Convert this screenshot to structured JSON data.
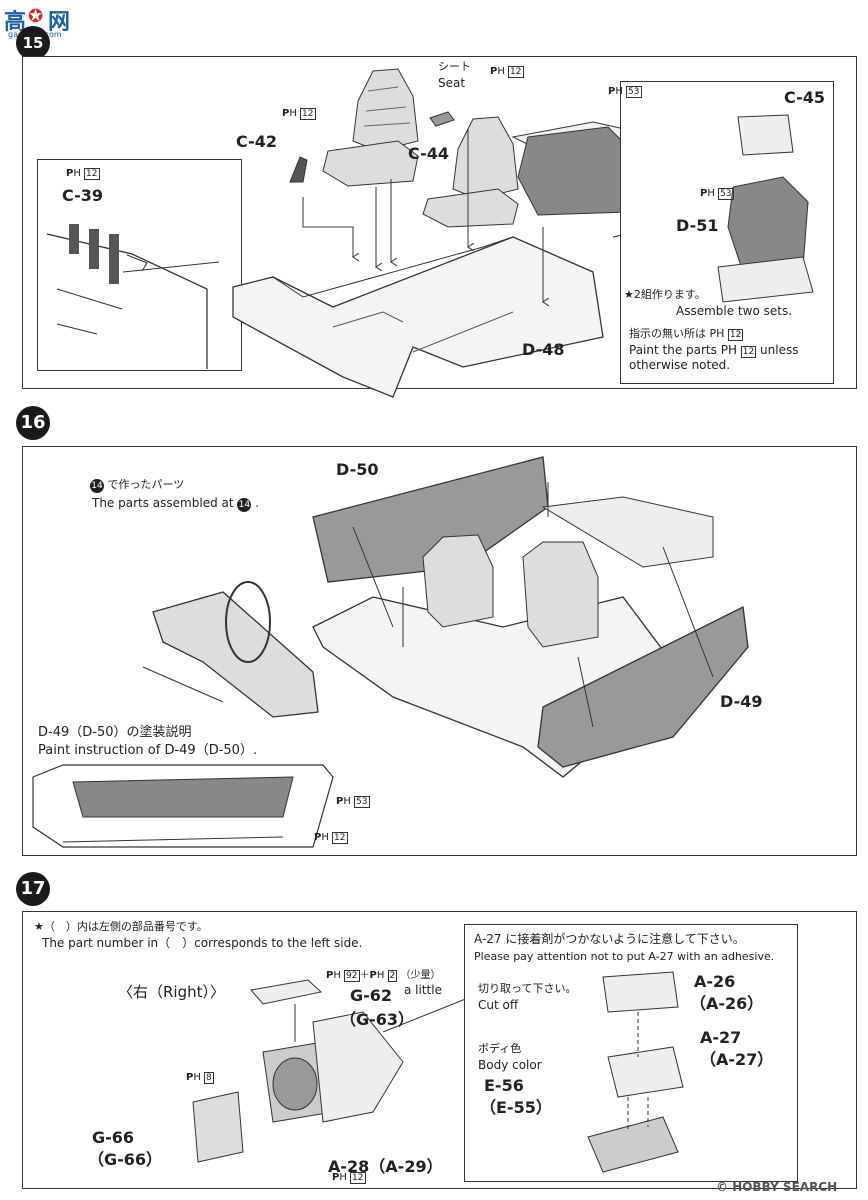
{
  "watermark_top": {
    "logo_text": "高",
    "logo_text2": "网",
    "site": "gaoshou.com"
  },
  "steps": {
    "s15": "15",
    "s16": "16",
    "s17": "17"
  },
  "step15": {
    "seat_jp": "シート",
    "seat_en": "Seat",
    "ph_seat": "P",
    "ph_seat_num": "12",
    "ph_c42": "12",
    "ph_c39": "12",
    "ph_rear": "53",
    "c42": "C-42",
    "c44": "C-44",
    "c39": "C-39",
    "d48": "D-48",
    "inset": {
      "c45": "C-45",
      "ph53": "53",
      "d51": "D-51",
      "note_jp1": "★2組作ります。",
      "note_en1": "Assemble two sets.",
      "note_jp2": "指示の無い所は P",
      "note_jp2_num": "12",
      "note_en2a": "Paint the parts P",
      "note_en2_num": "12",
      "note_en2b": " unless",
      "note_en3": "otherwise noted."
    }
  },
  "step16": {
    "parts_jp": "で作ったパーツ",
    "parts_num": "14",
    "parts_en": "The parts assembled at",
    "d50": "D-50",
    "d49": "D-49",
    "paint_jp": "D-49（D-50）の塗装説明",
    "paint_en": "Paint instruction of D-49（D-50）.",
    "ph53": "53",
    "ph12": "12"
  },
  "step17": {
    "note_jp": "★（　）内は左側の部品番号です。",
    "note_en": "The part number in（　）corresponds to the left side.",
    "right_label": "〈右（Right）〉",
    "ph_mix": "92",
    "ph_mix2": "2",
    "mix_jp": "（少量）",
    "mix_en": "a little",
    "g62": "G-62",
    "g63": "（G-63）",
    "ph8": "8",
    "g66": "G-66",
    "g66b": "（G-66）",
    "a28": "A-28（A-29）",
    "ph12": "12",
    "inset": {
      "warn_jp": "A-27 に接着剤がつかないように注意して下さい。",
      "warn_en": "Please pay attention not to put A-27 with an adhesive.",
      "cut_jp": "切り取って下さい。",
      "cut_en": "Cut off",
      "body_jp": "ボディ色",
      "body_en": "Body color",
      "a26": "A-26",
      "a26b": "（A-26）",
      "a27": "A-27",
      "a27b": "（A-27）",
      "e56": "E-56",
      "e55": "（E-55）"
    }
  },
  "watermark_bottom": {
    "text": "HOBBY SEARCH",
    "copy": "©"
  }
}
